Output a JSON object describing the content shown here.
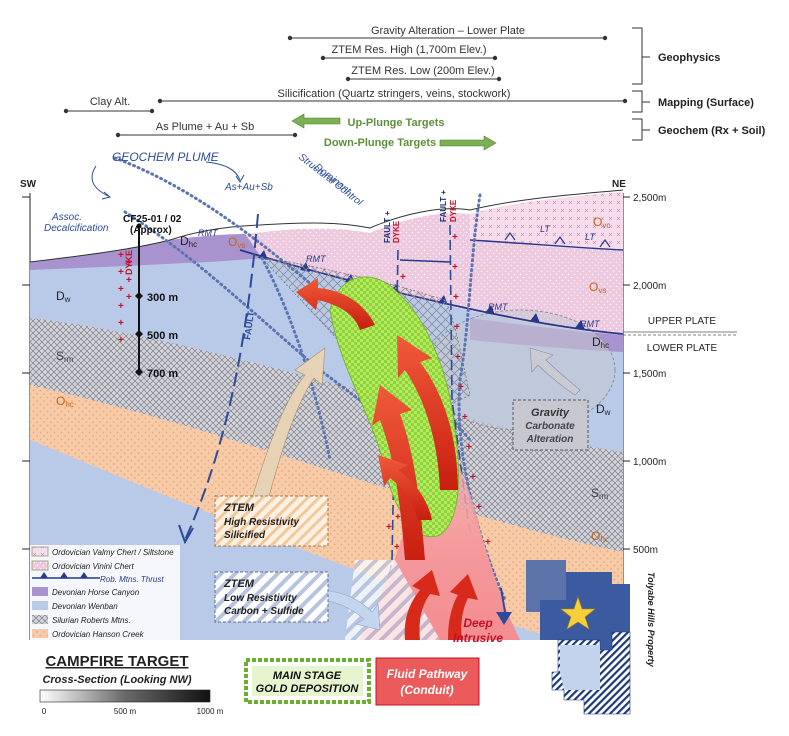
{
  "figure": {
    "title": "CAMPFIRE TARGET",
    "subtitle": "Cross-Section (Looking NW)"
  },
  "top_bars": {
    "gravity": "Gravity Alteration – Lower Plate",
    "ztem_high": "ZTEM Res. High (1,700m Elev.)",
    "ztem_low": "ZTEM Res. Low (200m Elev.)",
    "clay": "Clay Alt.",
    "silicification": "Silicification (Quartz stringers, veins, stockwork)",
    "as_plume": "As Plume + Au + Sb",
    "up_plunge": "Up-Plunge Targets",
    "down_plunge": "Down-Plunge Targets"
  },
  "right_labels": {
    "geophysics": "Geophysics",
    "mapping": "Mapping (Surface)",
    "geochem": "Geochem (Rx + Soil)"
  },
  "orientation": {
    "sw": "SW",
    "ne": "NE"
  },
  "elevation_ticks": [
    "2,500m",
    "2,000m",
    "1,500m",
    "1,000m",
    "500m"
  ],
  "plate_labels": {
    "upper": "UPPER PLATE",
    "lower": "LOWER PLATE"
  },
  "annotations": {
    "geochem_plume": "GEOCHEM PLUME",
    "as_au_sb": "As+Au+Sb",
    "assoc_1": "Assoc.",
    "assoc_2": "Decalcification",
    "dominant": "Dominant",
    "structural": "Structural Control",
    "drillhole_1": "CF25-01 / 02",
    "drillhole_2": "(Approx)",
    "depth_300": "300 m",
    "depth_500": "500 m",
    "depth_700": "700 m",
    "dyke": "DYKE",
    "fault": "FAULT",
    "fault_plus": "FAULT +",
    "rmt": "RMT",
    "lt": "LT"
  },
  "units": {
    "ovc": {
      "main": "O",
      "sub": "vc"
    },
    "ovs": {
      "main": "O",
      "sub": "vs"
    },
    "dhc": {
      "main": "D",
      "sub": "hc"
    },
    "dw": {
      "main": "D",
      "sub": "w"
    },
    "srm": {
      "main": "S",
      "sub": "rm"
    },
    "ohc": {
      "main": "O",
      "sub": "hc"
    }
  },
  "callouts": {
    "gravity_1": "Gravity",
    "gravity_2": "Carbonate",
    "gravity_3": "Alteration",
    "ztem_h_1": "ZTEM",
    "ztem_h_2": "High Resistivity",
    "ztem_h_3": "Silicified",
    "ztem_l_1": "ZTEM",
    "ztem_l_2": "Low Resistivity",
    "ztem_l_3": "Carbon + Sulfide",
    "deep_1": "Deep",
    "deep_2": "Intrusive",
    "main_1": "MAIN STAGE",
    "main_2": "GOLD DEPOSITION",
    "fluid_1": "Fluid Pathway",
    "fluid_2": "(Conduit)"
  },
  "legend": [
    "Ordovician Valmy Chert / Siltstone",
    "Ordovician Vinini Chert",
    "Rob. Mtns. Thrust",
    "Devonian Horse Canyon",
    "Devonian Wenban",
    "Silurian Roberts Mtns.",
    "Ordovician Hanson Creek"
  ],
  "scale_bar": {
    "labels": [
      "0",
      "500 m",
      "1000 m"
    ]
  },
  "inset": {
    "label": "Toiyabe Hills Property"
  },
  "colors": {
    "dw": "#b7c9e6",
    "srm": "#cfcfd6",
    "ohc": "#f6c9a6",
    "ovs": "#ecc6dc",
    "ovc": "#f4d6e6",
    "dhc": "#a893cf",
    "dyke": "#c0102a",
    "fault": "#2c4c9a",
    "plume": "#5a74b0",
    "gold_green": "#9fdc4a",
    "deep": "#f4a6a8",
    "arrow_red": "#e0331c",
    "thrust": "#253a8f",
    "callout_pink": "#ec5b5b"
  }
}
